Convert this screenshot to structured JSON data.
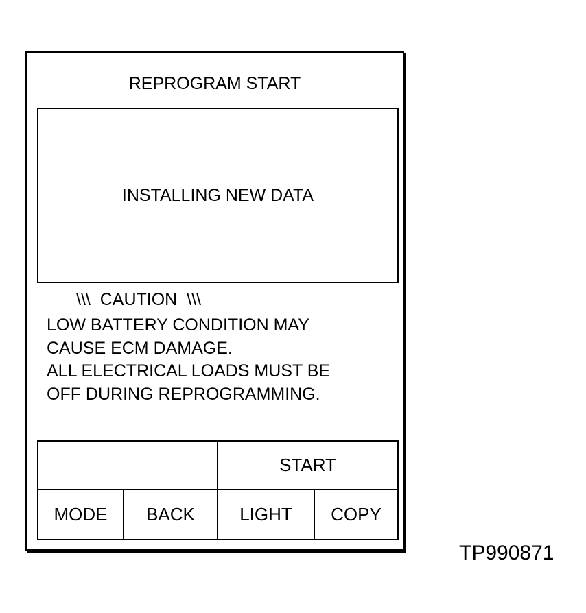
{
  "screen": {
    "title": "REPROGRAM START",
    "display_message": "INSTALLING NEW DATA"
  },
  "caution": {
    "heading": "\\\\\\  CAUTION  \\\\\\",
    "lines": [
      "LOW BATTERY CONDITION MAY",
      "CAUSE ECM DAMAGE.",
      "ALL ELECTRICAL LOADS MUST BE",
      "OFF DURING REPROGRAMMING."
    ]
  },
  "keys": {
    "top_left": "",
    "start": "START",
    "mode": "MODE",
    "back": "BACK",
    "light": "LIGHT",
    "copy": "COPY"
  },
  "figure_id": "TP990871"
}
